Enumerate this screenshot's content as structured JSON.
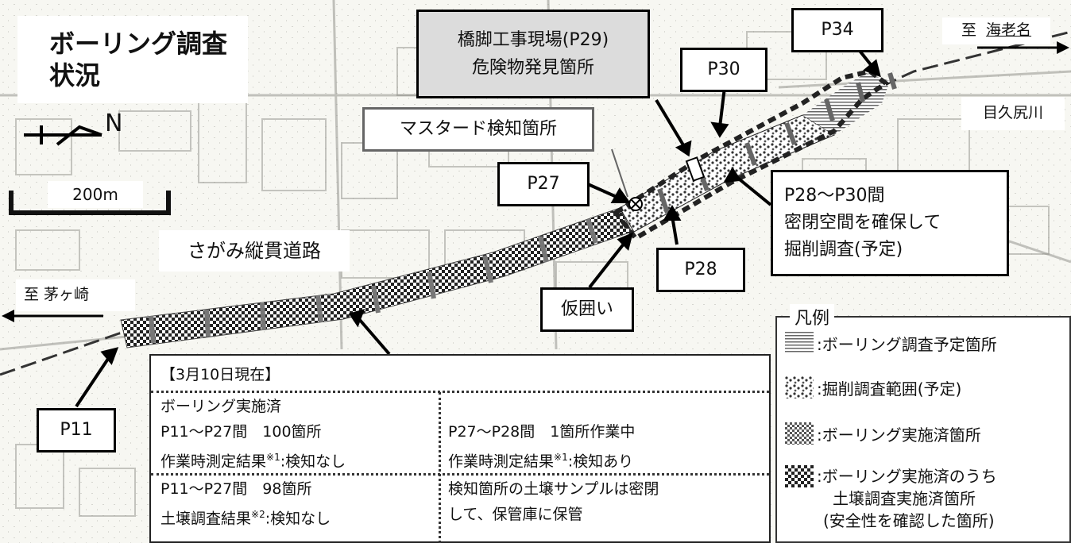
{
  "title": "ボーリング調査状況",
  "north_label": "N",
  "scale_label": "200m",
  "road_label": "さがみ縦貫道路",
  "dest_south": "至 茅ヶ崎",
  "dest_north_prefix": "至",
  "dest_north_name": "海老名",
  "river_label": "目久尻川",
  "pier_site_line1": "橋脚工事現場(P29)",
  "pier_site_line2": "危険物発見箇所",
  "mustard_label": "マスタード検知箇所",
  "temp_fence_label": "仮囲い",
  "points": {
    "p11": "P11",
    "p27": "P27",
    "p28": "P28",
    "p30": "P30",
    "p34": "P34"
  },
  "excavation_note": [
    "P28～P30間",
    "密閉空間を確保して",
    "掘削調査(予定)"
  ],
  "legend": {
    "title": "凡例",
    "items": [
      ":ボーリング調査予定箇所",
      ":掘削調査範囲(予定)",
      ":ボーリング実施済箇所",
      ":ボーリング実施済のうち",
      "土壌調査実施済箇所",
      "(安全性を確認した箇所)"
    ]
  },
  "status": {
    "heading": "【3月10日現在】",
    "boring_done": "ボーリング実施済",
    "left_row1": "P11～P27間　100箇所",
    "left_row2_text": "作業時測定結果",
    "left_row2_sup": "※1",
    "left_row2_result": ":検知なし",
    "right_row1": "P27～P28間　1箇所作業中",
    "right_row2_text": "作業時測定結果",
    "right_row2_sup": "※1",
    "right_row2_result": ":検知あり",
    "left_row3": "P11～P27間　98箇所",
    "left_row4_text": "土壌調査結果",
    "left_row4_sup": "※2",
    "left_row4_result": ":検知なし",
    "right_row3": "検知箇所の土壌サンプルは密閉",
    "right_row4": "して、保管庫に保管"
  }
}
